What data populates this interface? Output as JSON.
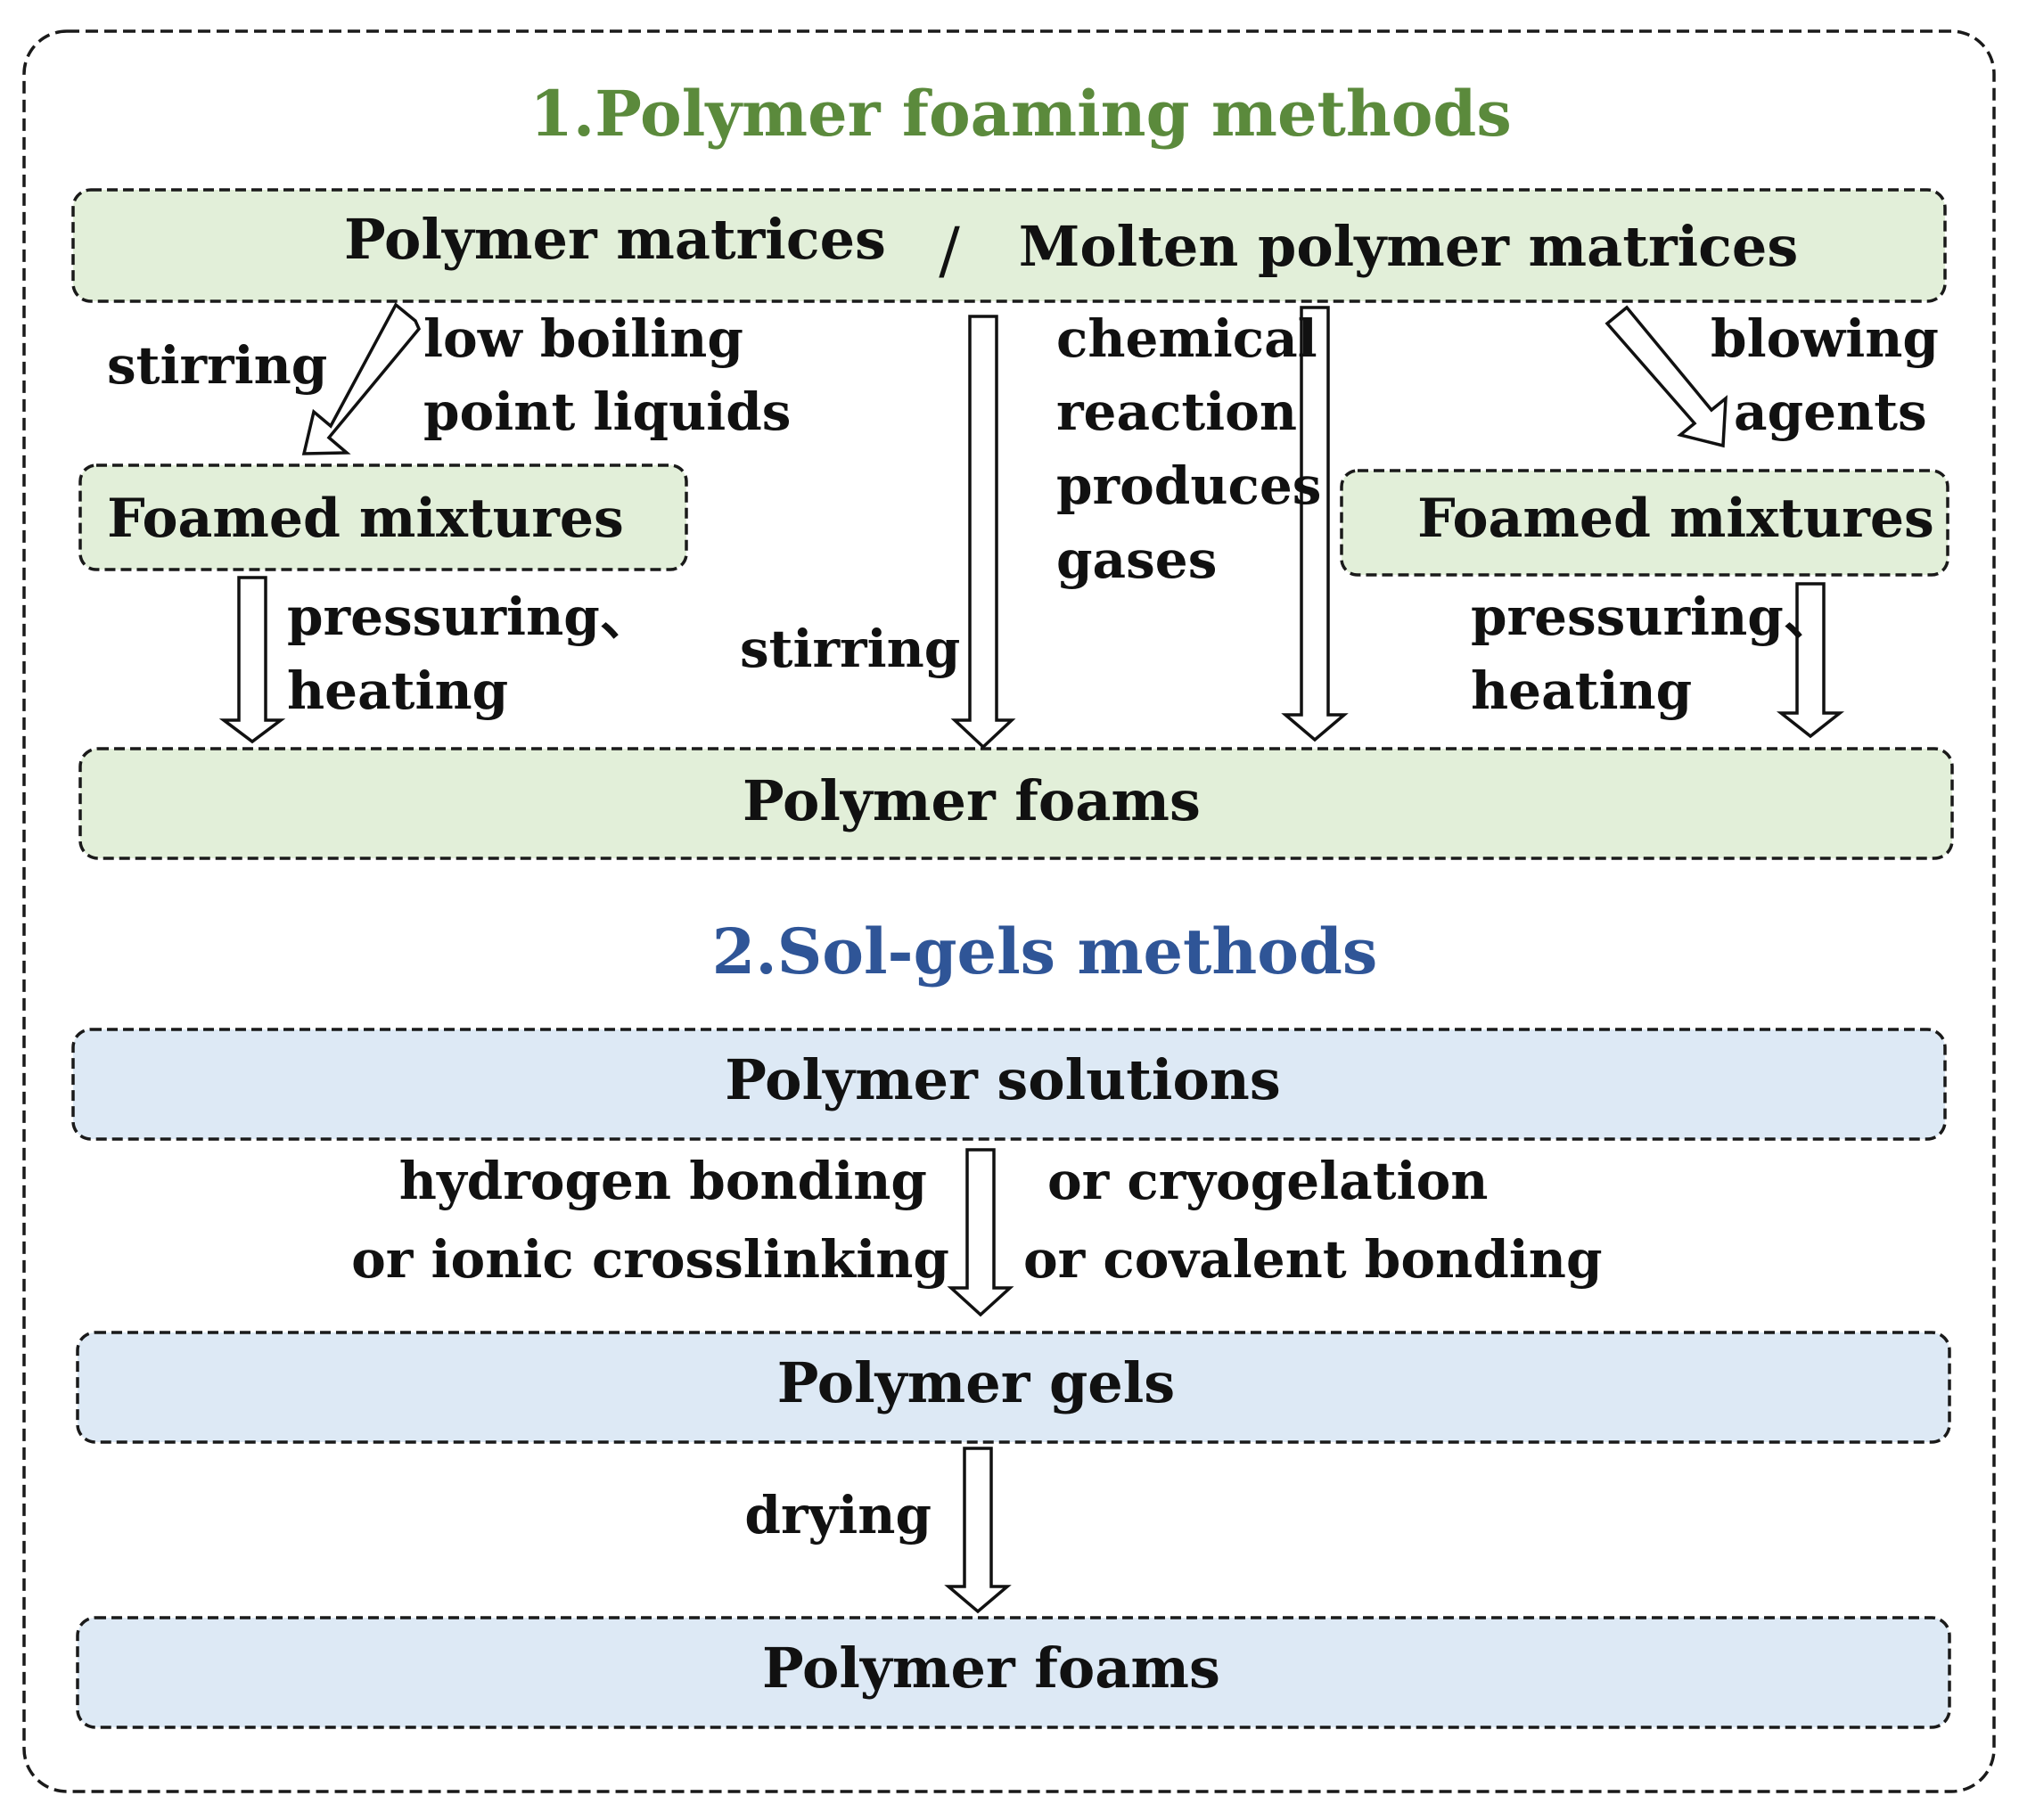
{
  "colors": {
    "section1_title": "#5b8a3c",
    "section2_title": "#2f5597",
    "green_box": "#e2efd9",
    "blue_box": "#dde9f5"
  },
  "section1": {
    "title": "1.Polymer foaming methods",
    "top_left": "Polymer matrices",
    "separator": "/",
    "top_right": "Molten polymer matrices",
    "left_stirring": "stirring",
    "low_boiling_1": "low boiling",
    "low_boiling_2": "point liquids",
    "foamed_left": "Foamed mixtures",
    "press_left_1": "pressuring、",
    "press_left_2": "heating",
    "center_stirring": "stirring",
    "chem_1": "chemical",
    "chem_2": "reaction",
    "chem_3": "produces",
    "chem_4": "gases",
    "blowing_1": "blowing",
    "blowing_2": "agents",
    "foamed_right": "Foamed mixtures",
    "press_right_1": "pressuring、",
    "press_right_2": "heating",
    "result": "Polymer foams"
  },
  "section2": {
    "title": "2.Sol-gels methods",
    "solutions": "Polymer solutions",
    "hydrogen": "hydrogen bonding",
    "ionic": "or ionic crosslinking",
    "cryo": "or cryogelation",
    "covalent": "or covalent bonding",
    "gels": "Polymer gels",
    "drying": "drying",
    "result": "Polymer foams"
  }
}
